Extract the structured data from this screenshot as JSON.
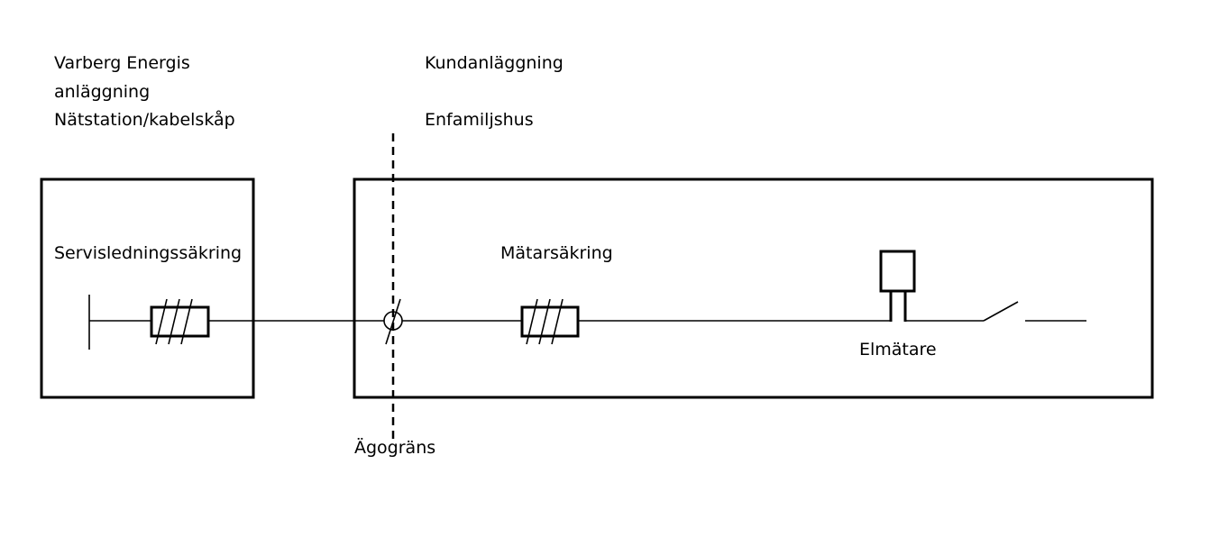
{
  "left_header": {
    "line1": "Varberg  Energis",
    "line2": "anläggning",
    "line3": "Nätstation/kabelskåp"
  },
  "right_header": {
    "line1": "Kundanläggning",
    "line2": "Enfamiljshus"
  },
  "labels": {
    "service_fuse": "Servisledningssäkring",
    "meter_fuse": "Mätarsäkring",
    "meter": "Elmätare",
    "ownership_boundary": "Ägogräns"
  }
}
